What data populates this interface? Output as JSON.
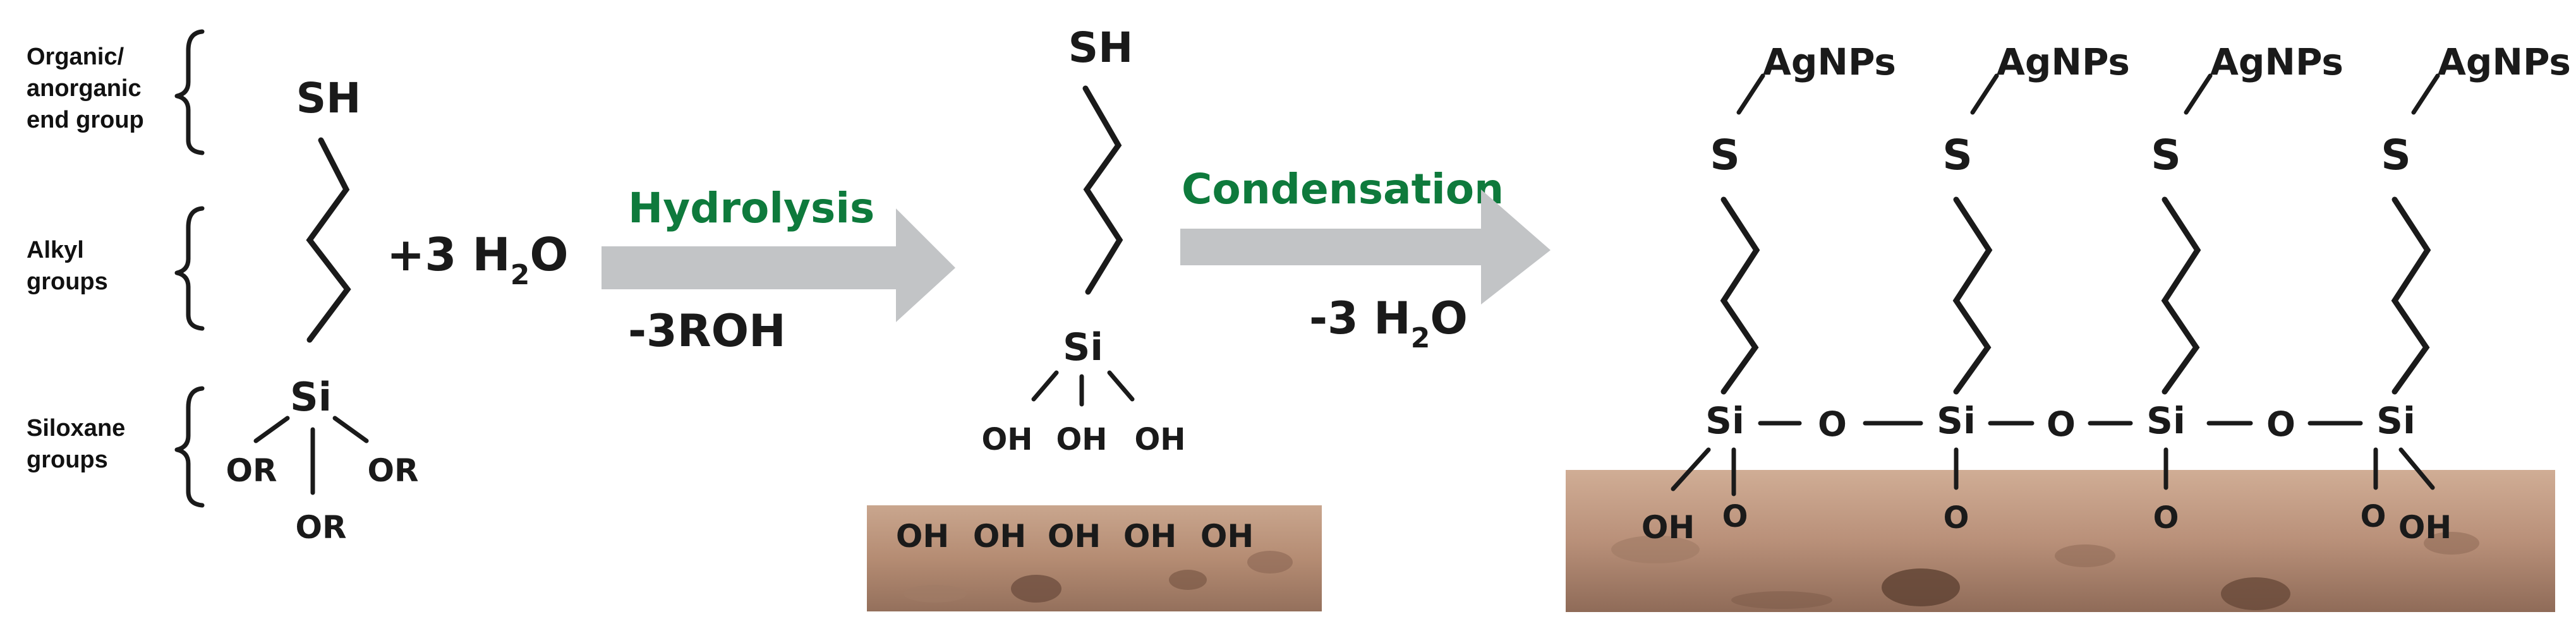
{
  "legend": {
    "group1": [
      "Organic/",
      "anorganic",
      "end group"
    ],
    "group2": [
      "Alkyl",
      "groups"
    ],
    "group3": [
      "Siloxane",
      "groups"
    ]
  },
  "silane": {
    "end": "SH",
    "si": "Si",
    "or1": "OR",
    "or2": "OR",
    "or3": "OR"
  },
  "reagent": {
    "prefix": "+3 H",
    "sub": "2",
    "suffix": "O"
  },
  "step1": {
    "label": "Hydrolysis",
    "byproduct": "-3ROH"
  },
  "silanol": {
    "end": "SH",
    "si": "Si",
    "oh": [
      "OH",
      "OH",
      "OH"
    ]
  },
  "substrate_oh": [
    "OH",
    "OH",
    "OH",
    "OH",
    "OH"
  ],
  "step2": {
    "label": "Condensation",
    "byproduct_prefix": "-3 H",
    "byproduct_sub": "2",
    "byproduct_suffix": "O"
  },
  "product": {
    "units": [
      {
        "np": "AgNPs",
        "s": "S",
        "si": "Si"
      },
      {
        "np": "AgNPs",
        "s": "S",
        "si": "Si"
      },
      {
        "np": "AgNPs",
        "s": "S",
        "si": "Si"
      },
      {
        "np": "AgNPs",
        "s": "S",
        "si": "Si"
      }
    ],
    "bridge_o": [
      "O",
      "O",
      "O"
    ],
    "surface_o": [
      "O",
      "O",
      "O",
      "O"
    ],
    "surface_oh": [
      "OH",
      "OH"
    ]
  },
  "colors": {
    "step_label": "#0e7a3c",
    "arrow": "#c2c4c6",
    "text": "#1a1a1a",
    "stone": "#b58f78"
  }
}
